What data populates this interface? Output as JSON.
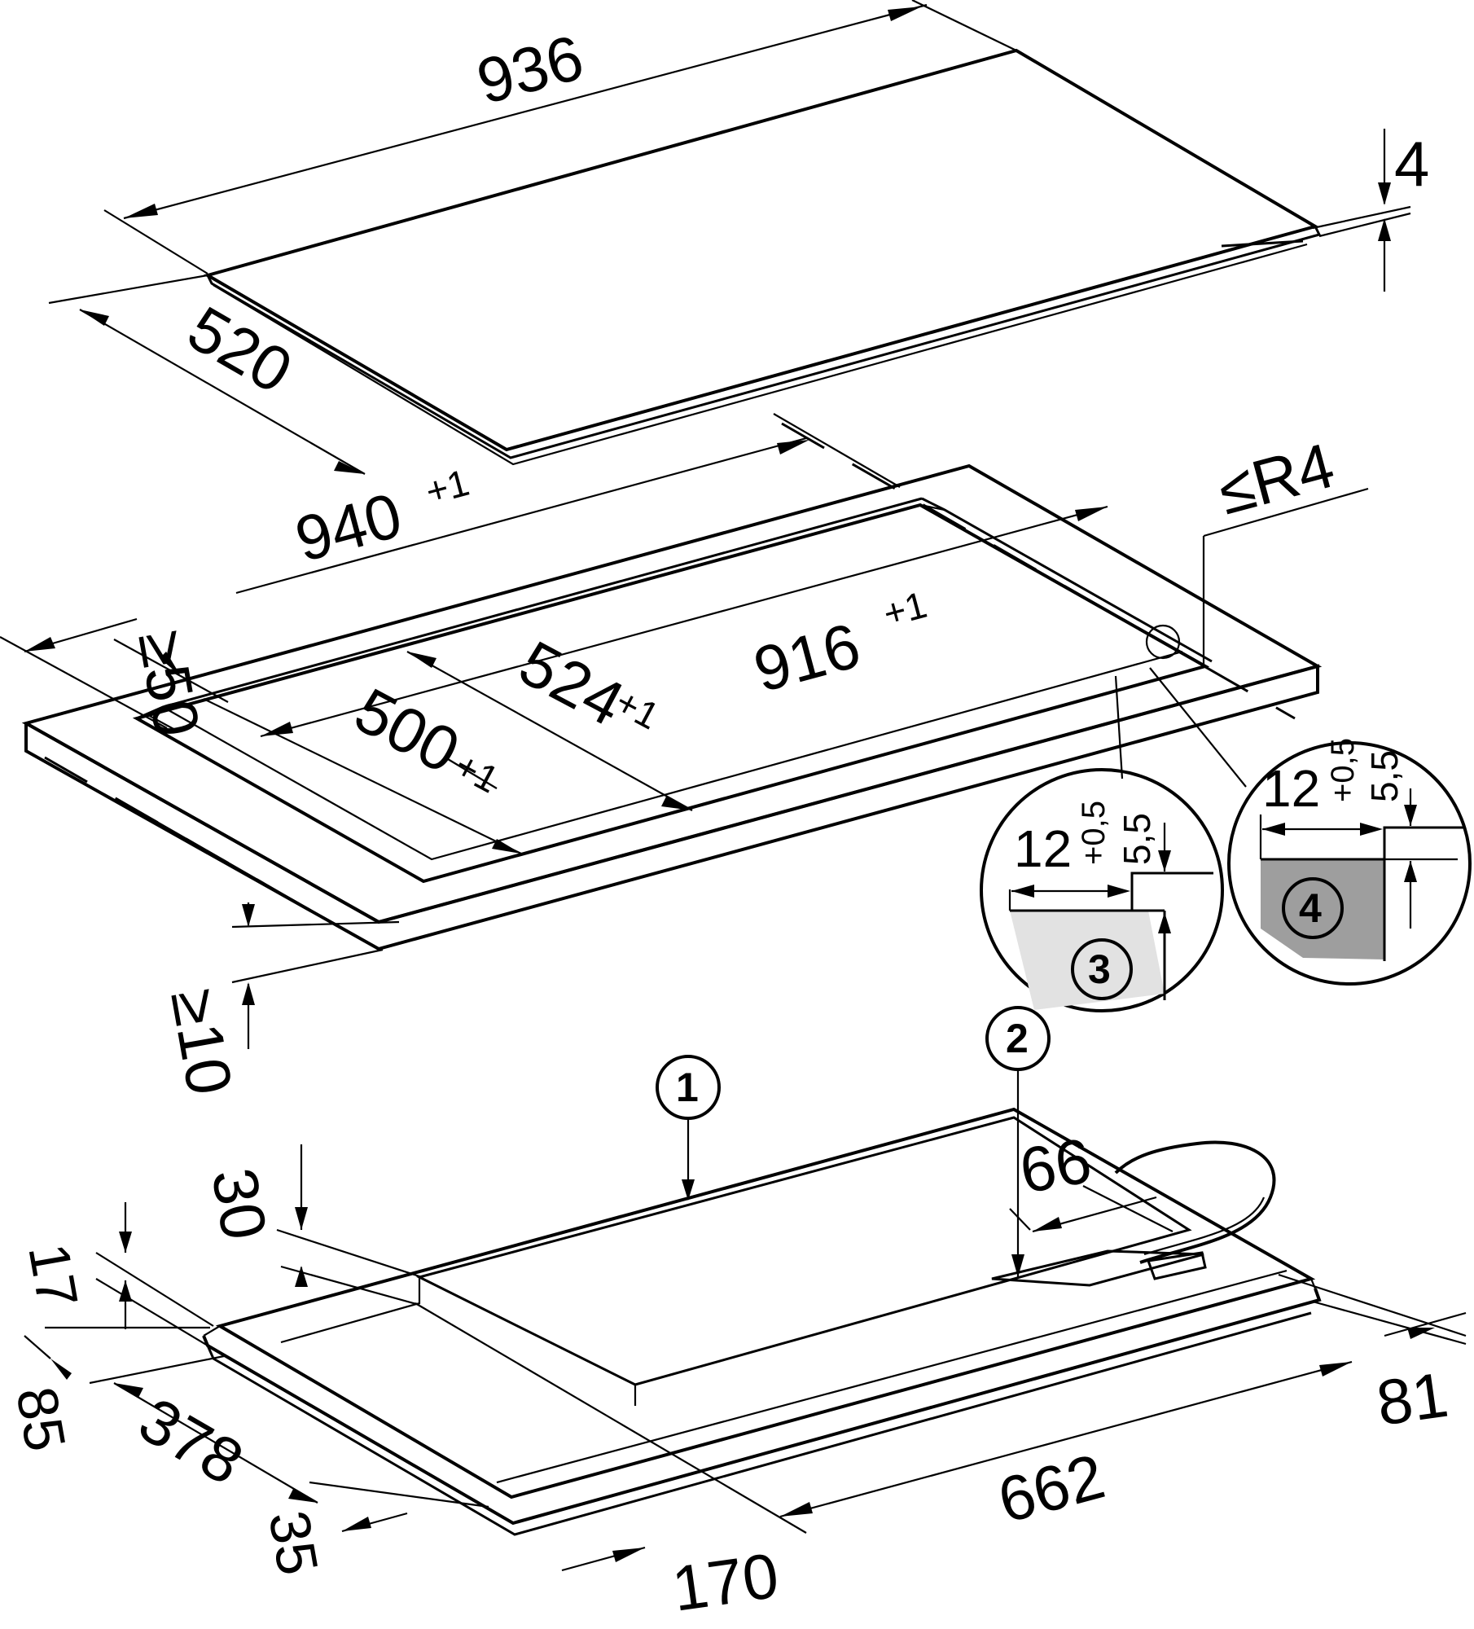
{
  "colors": {
    "ink": "#000000",
    "panel": "#f2f2f2",
    "panel_edge": "#d9d9d9",
    "detail_grey": "#e2e2e2",
    "detail_dark": "#9e9e9e",
    "background": "#ffffff"
  },
  "hob": {
    "width": "936",
    "depth": "520",
    "thickness": "4"
  },
  "cutout": {
    "length": "940",
    "length_tol": "+1",
    "rear_clearance": "≥50",
    "inner_length": "916",
    "inner_length_tol": "+1",
    "inner_depth": "524",
    "inner_depth_tol": "+1",
    "depth": "500",
    "depth_tol": "+1",
    "corner_radius": "≤R4",
    "worktop_thickness": "≥10"
  },
  "details": {
    "flush_a": {
      "id": "3",
      "width": "12",
      "width_tol": "+0,5",
      "depth": "5,5"
    },
    "flush_b": {
      "id": "4",
      "width": "12",
      "width_tol": "+0,5",
      "depth": "5,5"
    }
  },
  "callouts": {
    "one": "1",
    "two": "2"
  },
  "underside": {
    "d30": "30",
    "d17": "17",
    "d66": "66",
    "d85": "85",
    "d378": "378",
    "d35": "35",
    "d170": "170",
    "d662": "662",
    "d81": "81"
  }
}
